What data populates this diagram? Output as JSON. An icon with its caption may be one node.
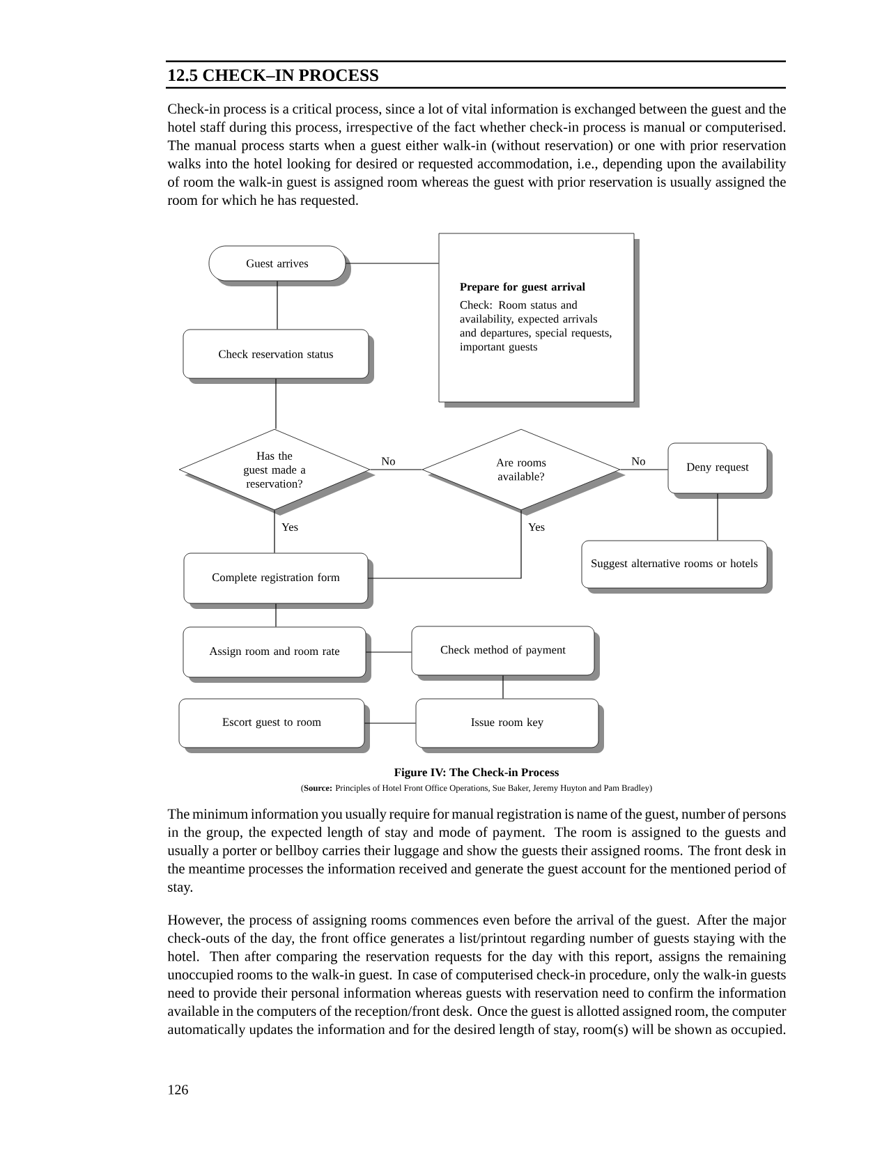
{
  "diagram": {
    "title": "12.5 CHECK–IN PROCESS",
    "caption": "Figure IV: The Check-in Process",
    "nodes": [
      {
        "text": [
          "Guest arrives"
        ]
      },
      {
        "text": [
          "Prepare for guest arrival",
          "Check: Room status and availability, expected arrivals and departures, special requests, important guests"
        ]
      },
      {
        "text": [
          "Check reservation status"
        ]
      },
      {
        "text": [
          "Has the guest made a reservation?"
        ]
      },
      {
        "text": [
          "Are rooms available?"
        ]
      },
      {
        "text": [
          "Deny request"
        ]
      },
      {
        "text": [
          "Suggest alternative rooms or hotels"
        ]
      },
      {
        "text": [
          "Complete registration form"
        ]
      },
      {
        "text": [
          "Assign room and room rate"
        ]
      },
      {
        "text": [
          "Check method of payment"
        ]
      },
      {
        "text": [
          "Escort guest to room"
        ]
      },
      {
        "text": [
          "Issue room key"
        ]
      }
    ],
    "edges": [
      {
        "from": 0,
        "to": 1,
        "arrow": "none"
      },
      {
        "from": 0,
        "to": 2,
        "arrow": "none"
      },
      {
        "from": 2,
        "to": 3,
        "arrow": "none"
      },
      {
        "from": 3,
        "to": 4,
        "arrow": "none",
        "label": "No"
      },
      {
        "from": 4,
        "to": 5,
        "arrow": "none",
        "label": "No"
      },
      {
        "from": 3,
        "to": 7,
        "arrow": "none",
        "label": "Yes"
      },
      {
        "from": 4,
        "to": 7,
        "arrow": "none",
        "label": "Yes"
      },
      {
        "from": 5,
        "to": 6,
        "arrow": "none"
      },
      {
        "from": 7,
        "to": 8,
        "arrow": "none"
      },
      {
        "from": 8,
        "to": 9,
        "arrow": "none"
      },
      {
        "from": 9,
        "to": 11,
        "arrow": "none"
      },
      {
        "from": 11,
        "to": 10,
        "arrow": "none"
      }
    ],
    "labels": [
      "Check-in process is a critical process, since a lot of vital information is exchanged between the guest and the hotel staff during this process, irrespective of the fact whether check-in process is manual or computerised. The manual process starts when a guest either walk-in (without reservation) or one with prior reservation walks into the hotel looking for desired or requested accommodation, i.e., depending upon the availability of room the walk-in guest is assigned room whereas the guest with prior reservation is usually assigned the room for which he has requested.",
      "(**Source:** Principles of Hotel Front Office Operations, Sue Baker, Jeremy Huyton and Pam Bradley)",
      "The minimum information you usually require for manual registration is name of the guest, number of persons in the group, the expected length of stay and mode of payment. The room is assigned to the guests and usually a porter or bellboy carries their luggage and show the guests their assigned rooms. The front desk in the meantime processes the information received and generate the guest account for the mentioned period of stay.",
      "However, the process of assigning rooms commences even before the arrival of the guest. After the major check-outs of the day, the front office generates a list/printout regarding number of guests staying with the hotel. Then after comparing the reservation requests for the day with this report, assigns the remaining unoccupied rooms to the walk-in guest. In case of computerised check-in procedure, only the walk-in guests need to provide their personal information whereas guests with reservation need to confirm the information available in the computers of the reception/front desk. Once the guest is allotted assigned room, the computer automatically updates the information and for the desired length of stay, room(s) will be shown as occupied.",
      "126"
    ]
  }
}
